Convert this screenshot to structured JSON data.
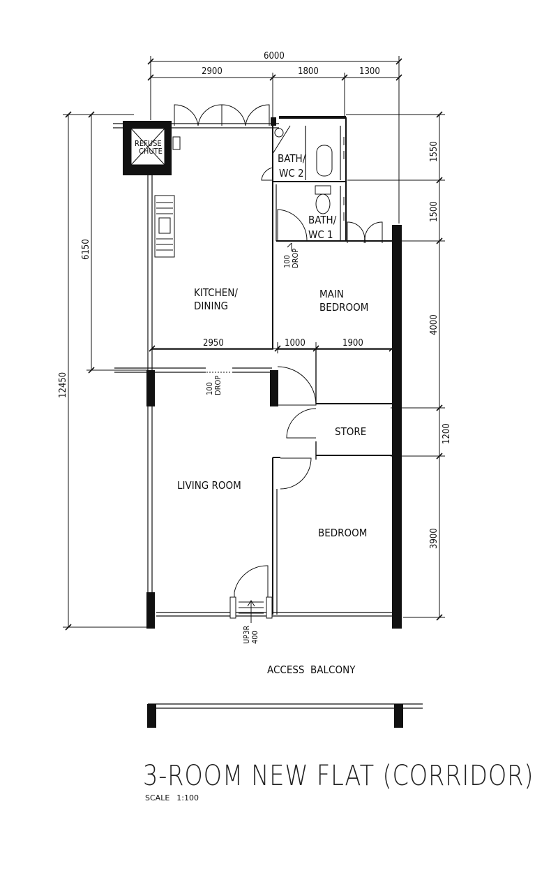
{
  "title": "3-ROOM NEW FLAT (CORRIDOR)",
  "scale": {
    "label": "SCALE",
    "value": "1:100"
  },
  "rooms": {
    "refuse": [
      "REFUSE",
      "CHUTE"
    ],
    "bath2": [
      "BATH/",
      "WC 2"
    ],
    "bath1": [
      "BATH/",
      "WC 1"
    ],
    "kitchen": [
      "KITCHEN/",
      "DINING"
    ],
    "main_bedroom": [
      "MAIN",
      "BEDROOM"
    ],
    "store": "STORE",
    "living": "LIVING ROOM",
    "bedroom": "BEDROOM",
    "balcony": "ACCESS  BALCONY"
  },
  "notes": {
    "drop1": [
      "100",
      "DROP"
    ],
    "drop2": [
      "100",
      "DROP"
    ],
    "up": [
      "UP3R",
      "400"
    ]
  },
  "dimensions": {
    "top_total": "6000",
    "top_parts": [
      "2900",
      "1800",
      "1300"
    ],
    "mid_parts": [
      "2950",
      "1000",
      "1900"
    ],
    "left_total": "12450",
    "left_inner": "6150",
    "right_parts": [
      "1550",
      "1500",
      "4000",
      "1200",
      "3900"
    ]
  }
}
